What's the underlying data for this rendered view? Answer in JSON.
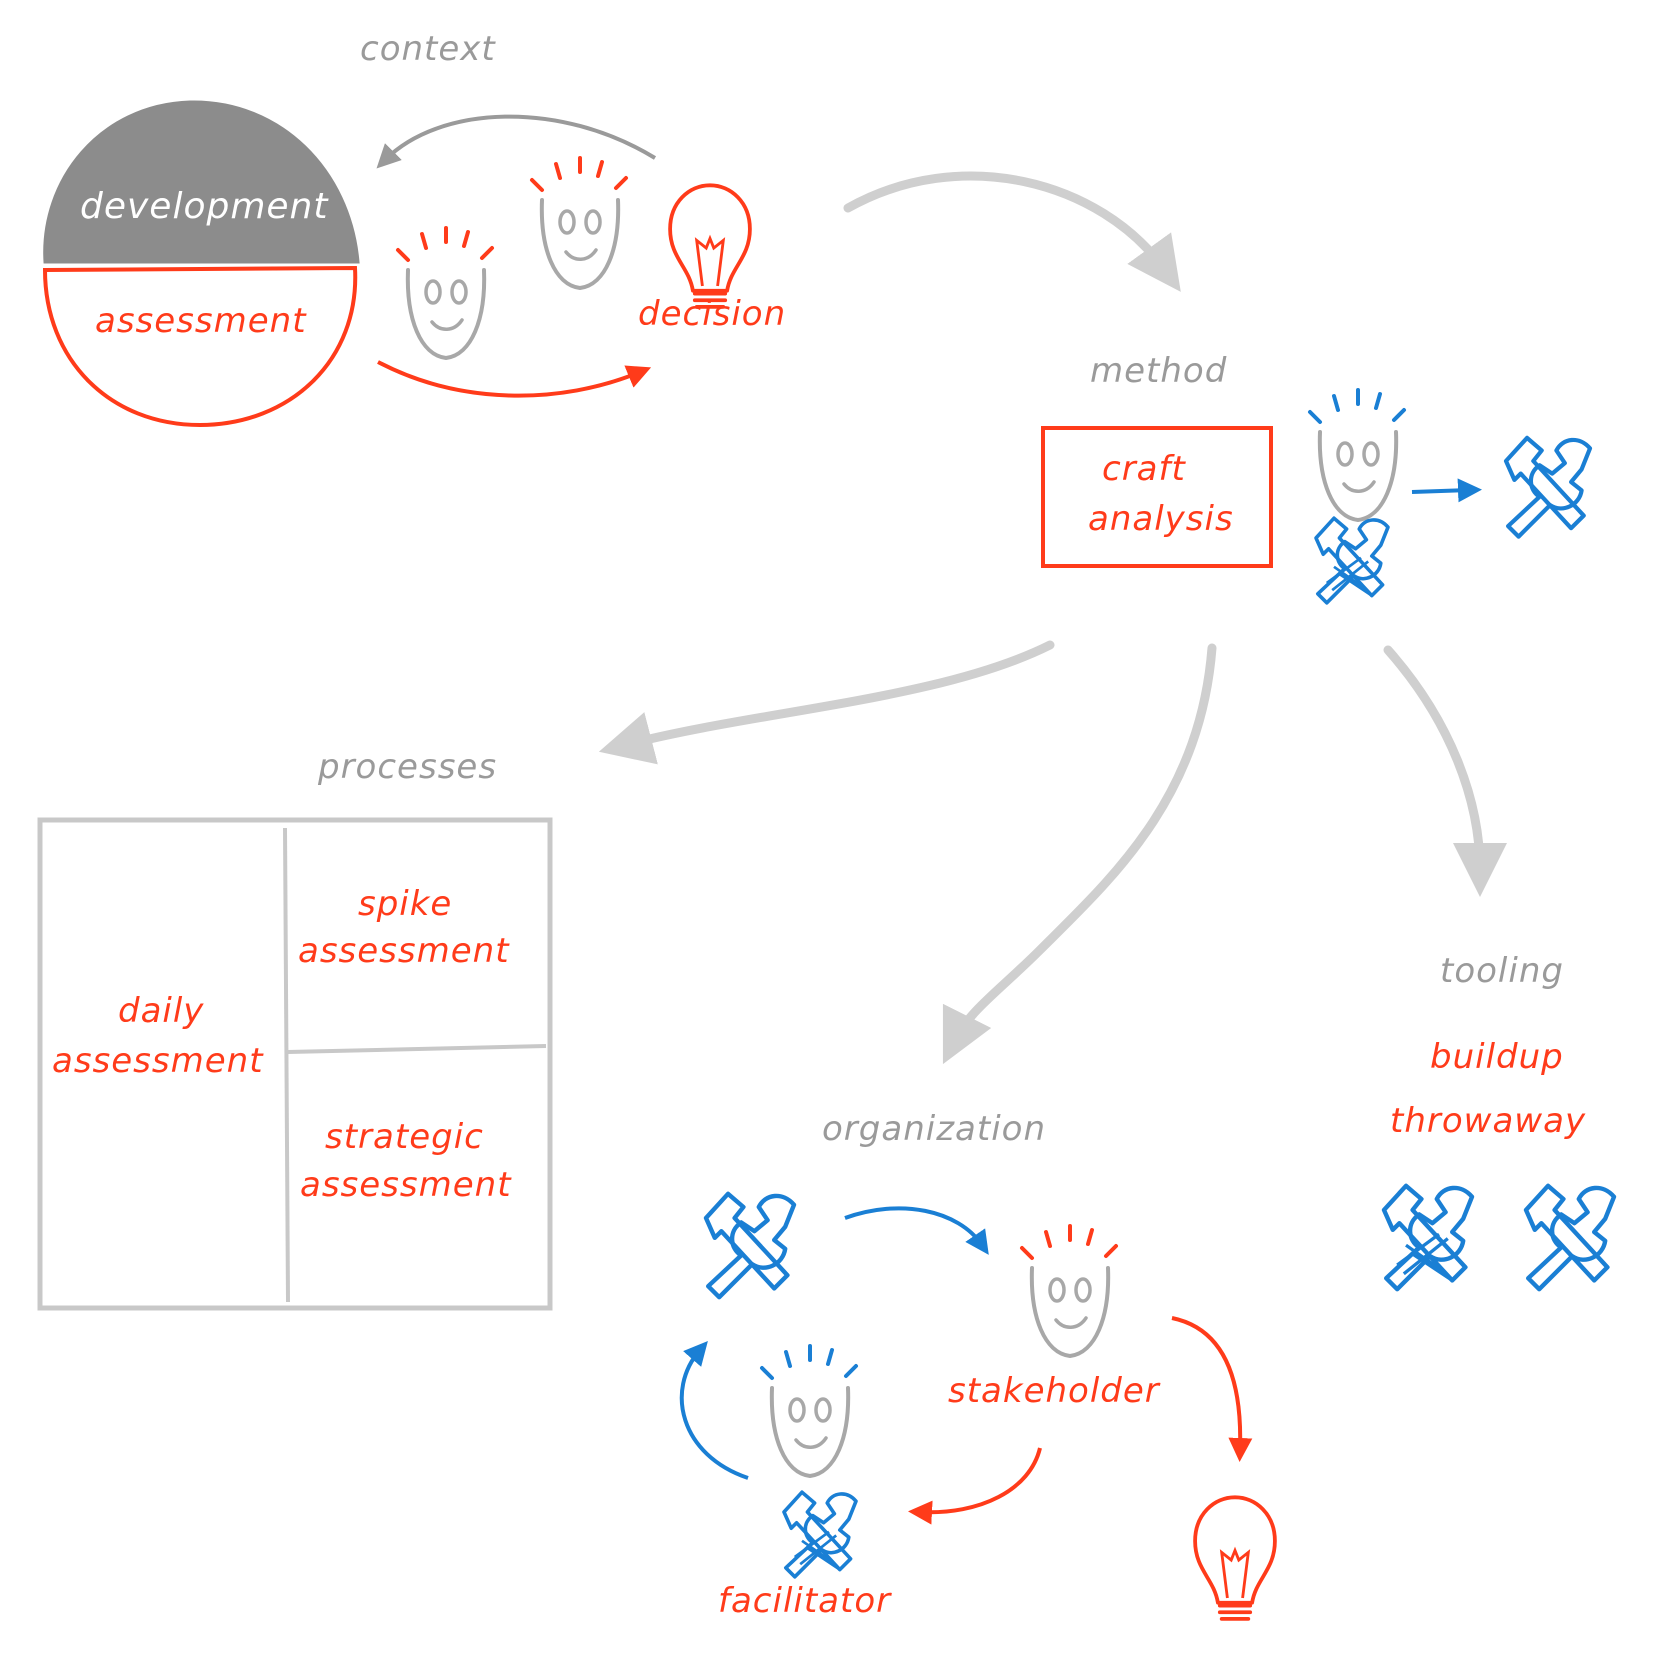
{
  "labels": {
    "context": "context",
    "development": "development",
    "assessment": "assessment",
    "decision": "decision",
    "method": "method",
    "craft": "craft",
    "analysis": "analysis",
    "processes": "processes",
    "spike_1": "spike",
    "spike_2": "assessment",
    "daily_1": "daily",
    "daily_2": "assessment",
    "strategic_1": "strategic",
    "strategic_2": "assessment",
    "tooling": "tooling",
    "buildup": "buildup",
    "throwaway": "throwaway",
    "organization": "organization",
    "stakeholder": "stakeholder",
    "facilitator": "facilitator"
  },
  "colors": {
    "gray": "#9a9a9a",
    "light_gray": "#cfcfcf",
    "red": "#ff3b1a",
    "blue": "#1a7fd4",
    "dark_fill": "#8c8c8c"
  },
  "icons": [
    "lightbulb-icon",
    "person-icon",
    "tools-icon",
    "arrow-icon"
  ]
}
